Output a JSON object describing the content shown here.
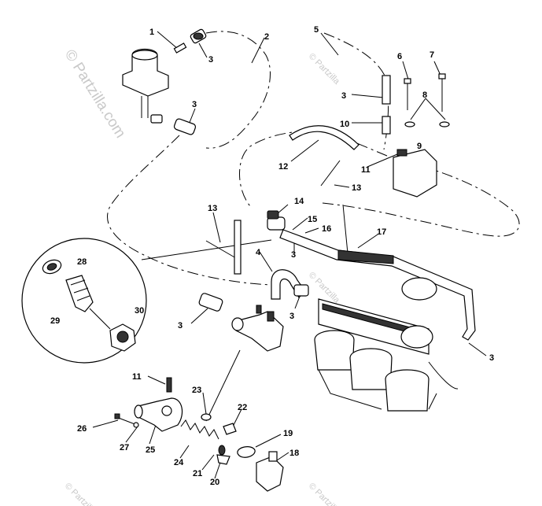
{
  "watermark": {
    "side_text": "© Partzilla.com",
    "tile_text": "© Partzilla"
  },
  "callouts": [
    "1",
    "2",
    "3",
    "4",
    "5",
    "6",
    "7",
    "8",
    "9",
    "10",
    "11",
    "12",
    "13",
    "14",
    "15",
    "16",
    "17",
    "18",
    "19",
    "20",
    "21",
    "22",
    "23",
    "24",
    "25",
    "26",
    "27",
    "28",
    "29",
    "30"
  ],
  "colors": {
    "line": "#000000",
    "watermark": "#c9c9c9",
    "background": "#ffffff"
  }
}
